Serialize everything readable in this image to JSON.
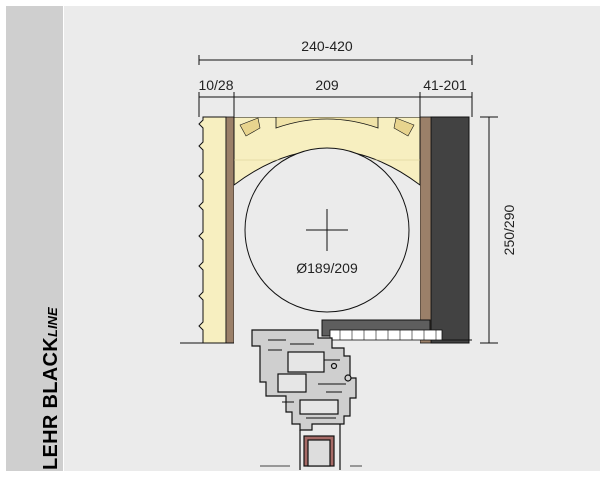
{
  "sidebar": {
    "title_main": "LEHR BLACK",
    "title_suffix": "LINE",
    "background": "#cfcfcf"
  },
  "drawing": {
    "background": "#ebebeb",
    "overall_width": "240-420",
    "left_wall": "10/28",
    "box_width": "209",
    "right_wall": "41-201",
    "height": "250/290",
    "roll_diameter": "Ø189/209",
    "colors": {
      "insulation": "#f7efc0",
      "arch": "#f0e3a8",
      "wall_dark": "#424242",
      "liner_brown": "#9b8069",
      "profile": "#cfcfcf",
      "line": "#111111"
    }
  }
}
